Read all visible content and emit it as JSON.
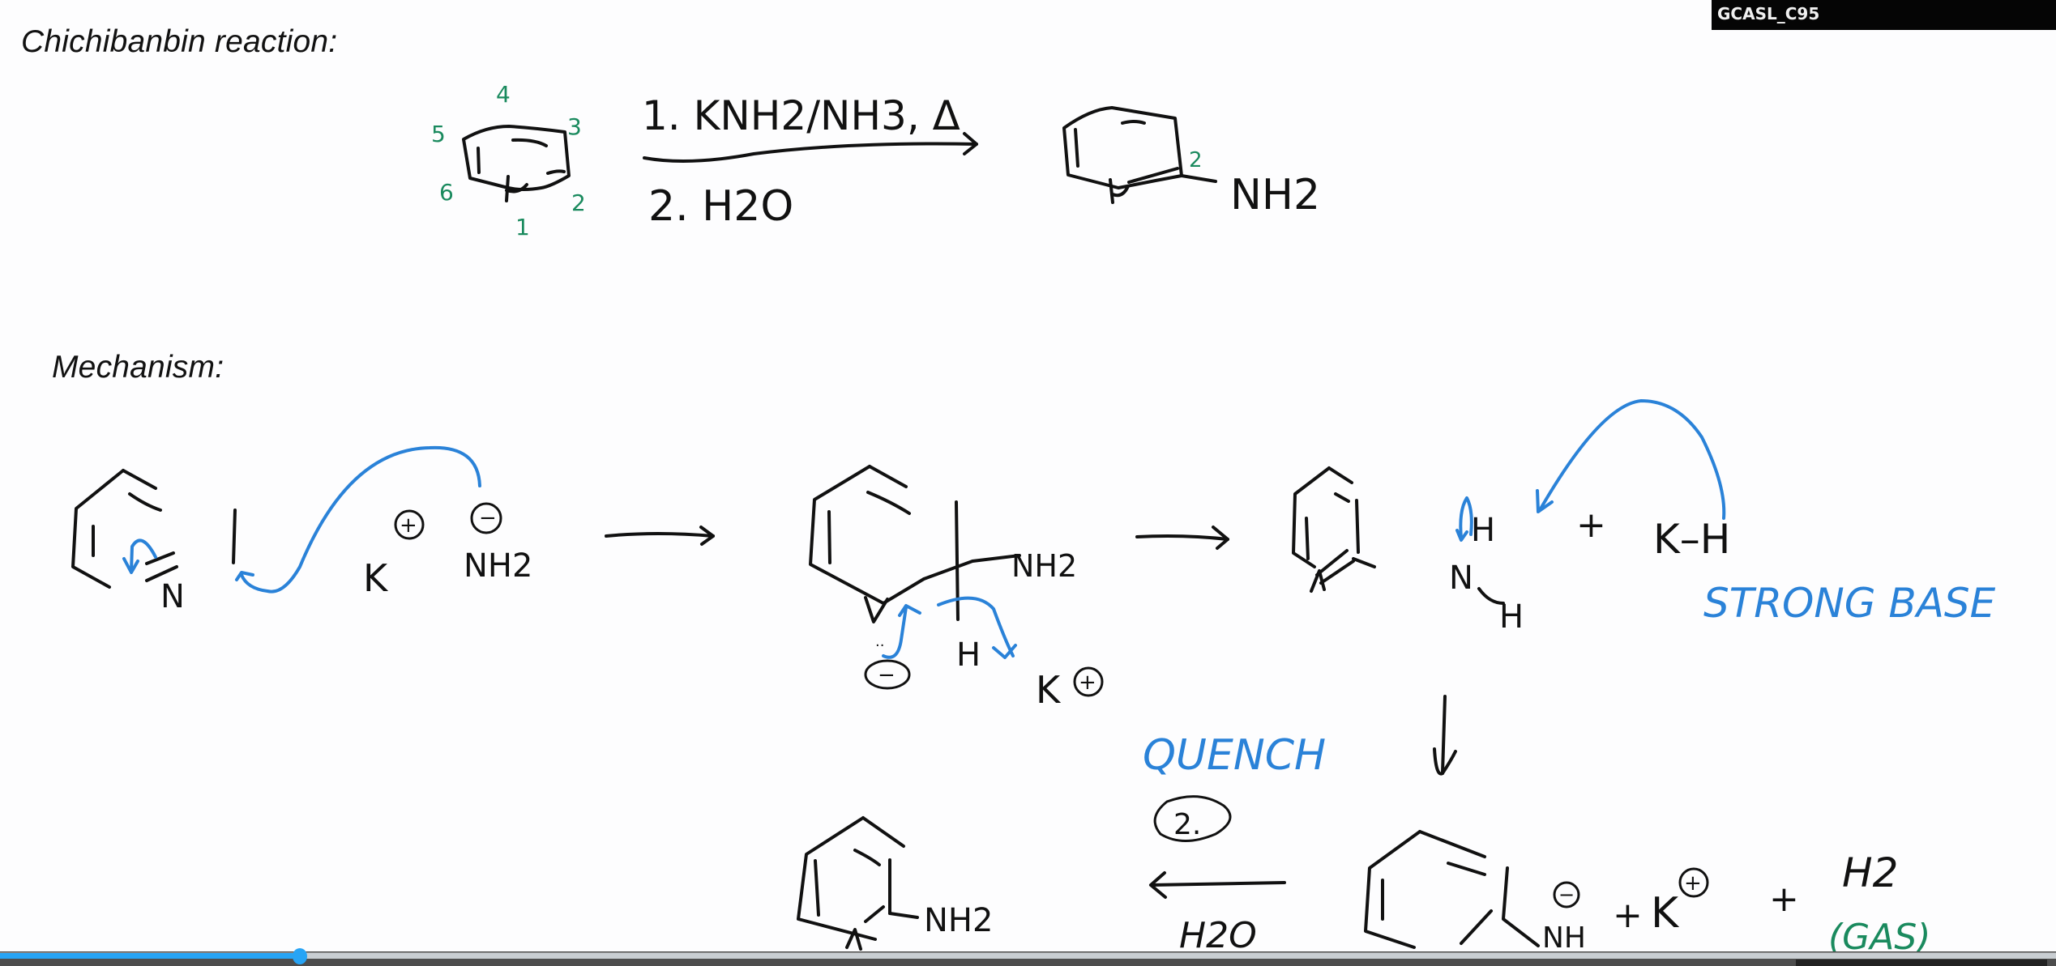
{
  "watermark": "GCASL_C95",
  "headings": {
    "title": "Chichibanbin reaction:",
    "mechanism": "Mechanism:"
  },
  "overall_reaction": {
    "reagent_step1": "1. KNH2/NH3, Δ",
    "reagent_step2": "2. H2O",
    "product_group": "NH2",
    "ring_numbering": [
      "1",
      "2",
      "3",
      "4",
      "5",
      "6"
    ],
    "product_position": "2"
  },
  "mechanism": {
    "step1": {
      "reactant_atom": "N",
      "cation": "K",
      "cation_charge": "+",
      "anion": "NH2",
      "anion_charge": "−"
    },
    "step2": {
      "substituent": "NH2",
      "hydrogen": "H",
      "nitrogen": "N",
      "nitrogen_charge": "−",
      "counterion": "K",
      "counterion_charge": "+"
    },
    "step3": {
      "nitrogen": "N",
      "h1": "H",
      "h2": "H",
      "plus": "+",
      "hydride_salt": "K–H",
      "annotation": "STRONG BASE"
    },
    "step4": {
      "anion_group": "NH",
      "anion_charge": "−",
      "plus1": "+",
      "cation": "K",
      "cation_charge": "+",
      "plus2": "+",
      "gas": "H2",
      "gas_label": "(GAS)"
    },
    "quench": {
      "label": "QUENCH",
      "step_marker": "2.",
      "reagent": "H2O",
      "product_group": "NH2"
    }
  },
  "colors": {
    "ink_black": "#111111",
    "ink_blue": "#2a82d8",
    "ink_green": "#1a8a5e",
    "progress": "#27a4f5"
  },
  "player": {
    "progress_percent": 14.6
  }
}
